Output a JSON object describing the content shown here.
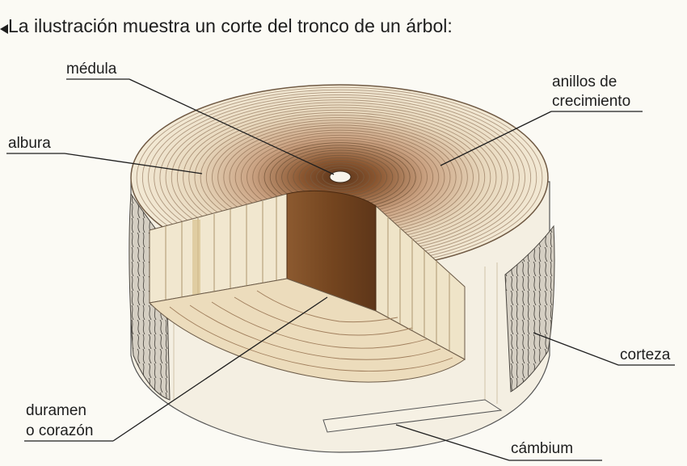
{
  "title": "La ilustración muestra un corte del tronco de un árbol:",
  "labels": {
    "medula": "médula",
    "anillos_line1": "anillos de",
    "anillos_line2": "crecimiento",
    "albura": "albura",
    "corteza": "corteza",
    "duramen_line1": "duramen",
    "duramen_line2": "o corazón",
    "cambium": "cámbium"
  },
  "colors": {
    "sapwood": "#f1e8d0",
    "heartwood": "#7a4a25",
    "ring_line": "#b89a7a",
    "bark": "#c9c2b6",
    "pith": "#f7f3ea"
  }
}
